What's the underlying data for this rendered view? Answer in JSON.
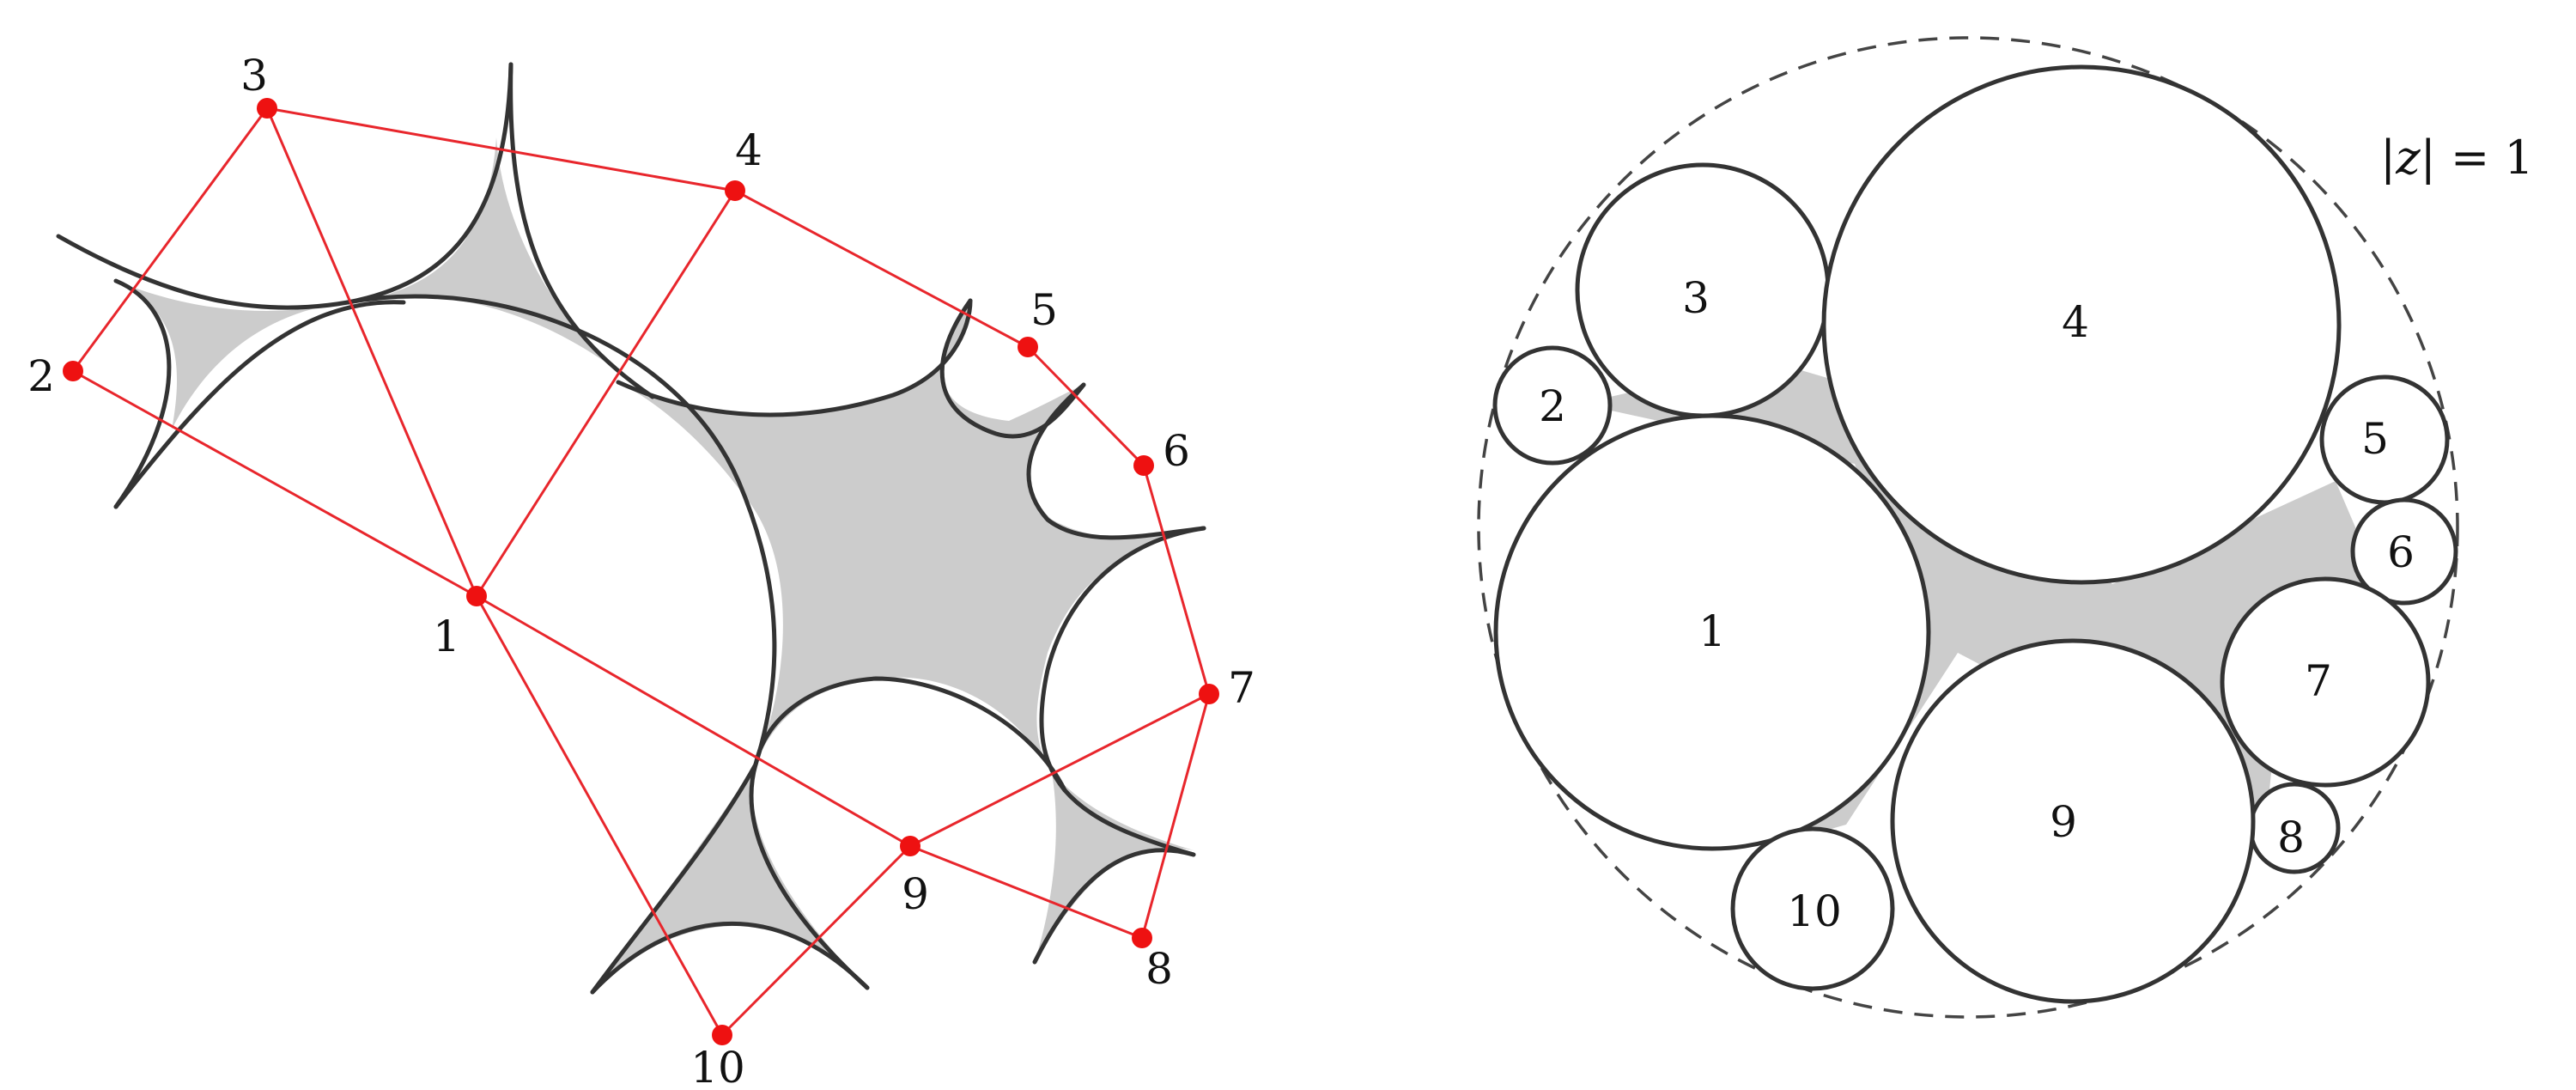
{
  "colors": {
    "edge": "#e8262c",
    "vertex": "#ee1111",
    "curve": "#333333",
    "region_fill": "#cccccc",
    "unit_circle": "#444444"
  },
  "graph": {
    "vertex_labels": [
      "1",
      "2",
      "3",
      "4",
      "5",
      "6",
      "7",
      "8",
      "9",
      "10"
    ]
  },
  "packing": {
    "circle_labels": [
      "1",
      "2",
      "3",
      "4",
      "5",
      "6",
      "7",
      "8",
      "9",
      "10"
    ],
    "unit_circle_label": {
      "bar_left": "|",
      "var": "z",
      "bar_right": "|",
      "equals": " = 1"
    }
  }
}
